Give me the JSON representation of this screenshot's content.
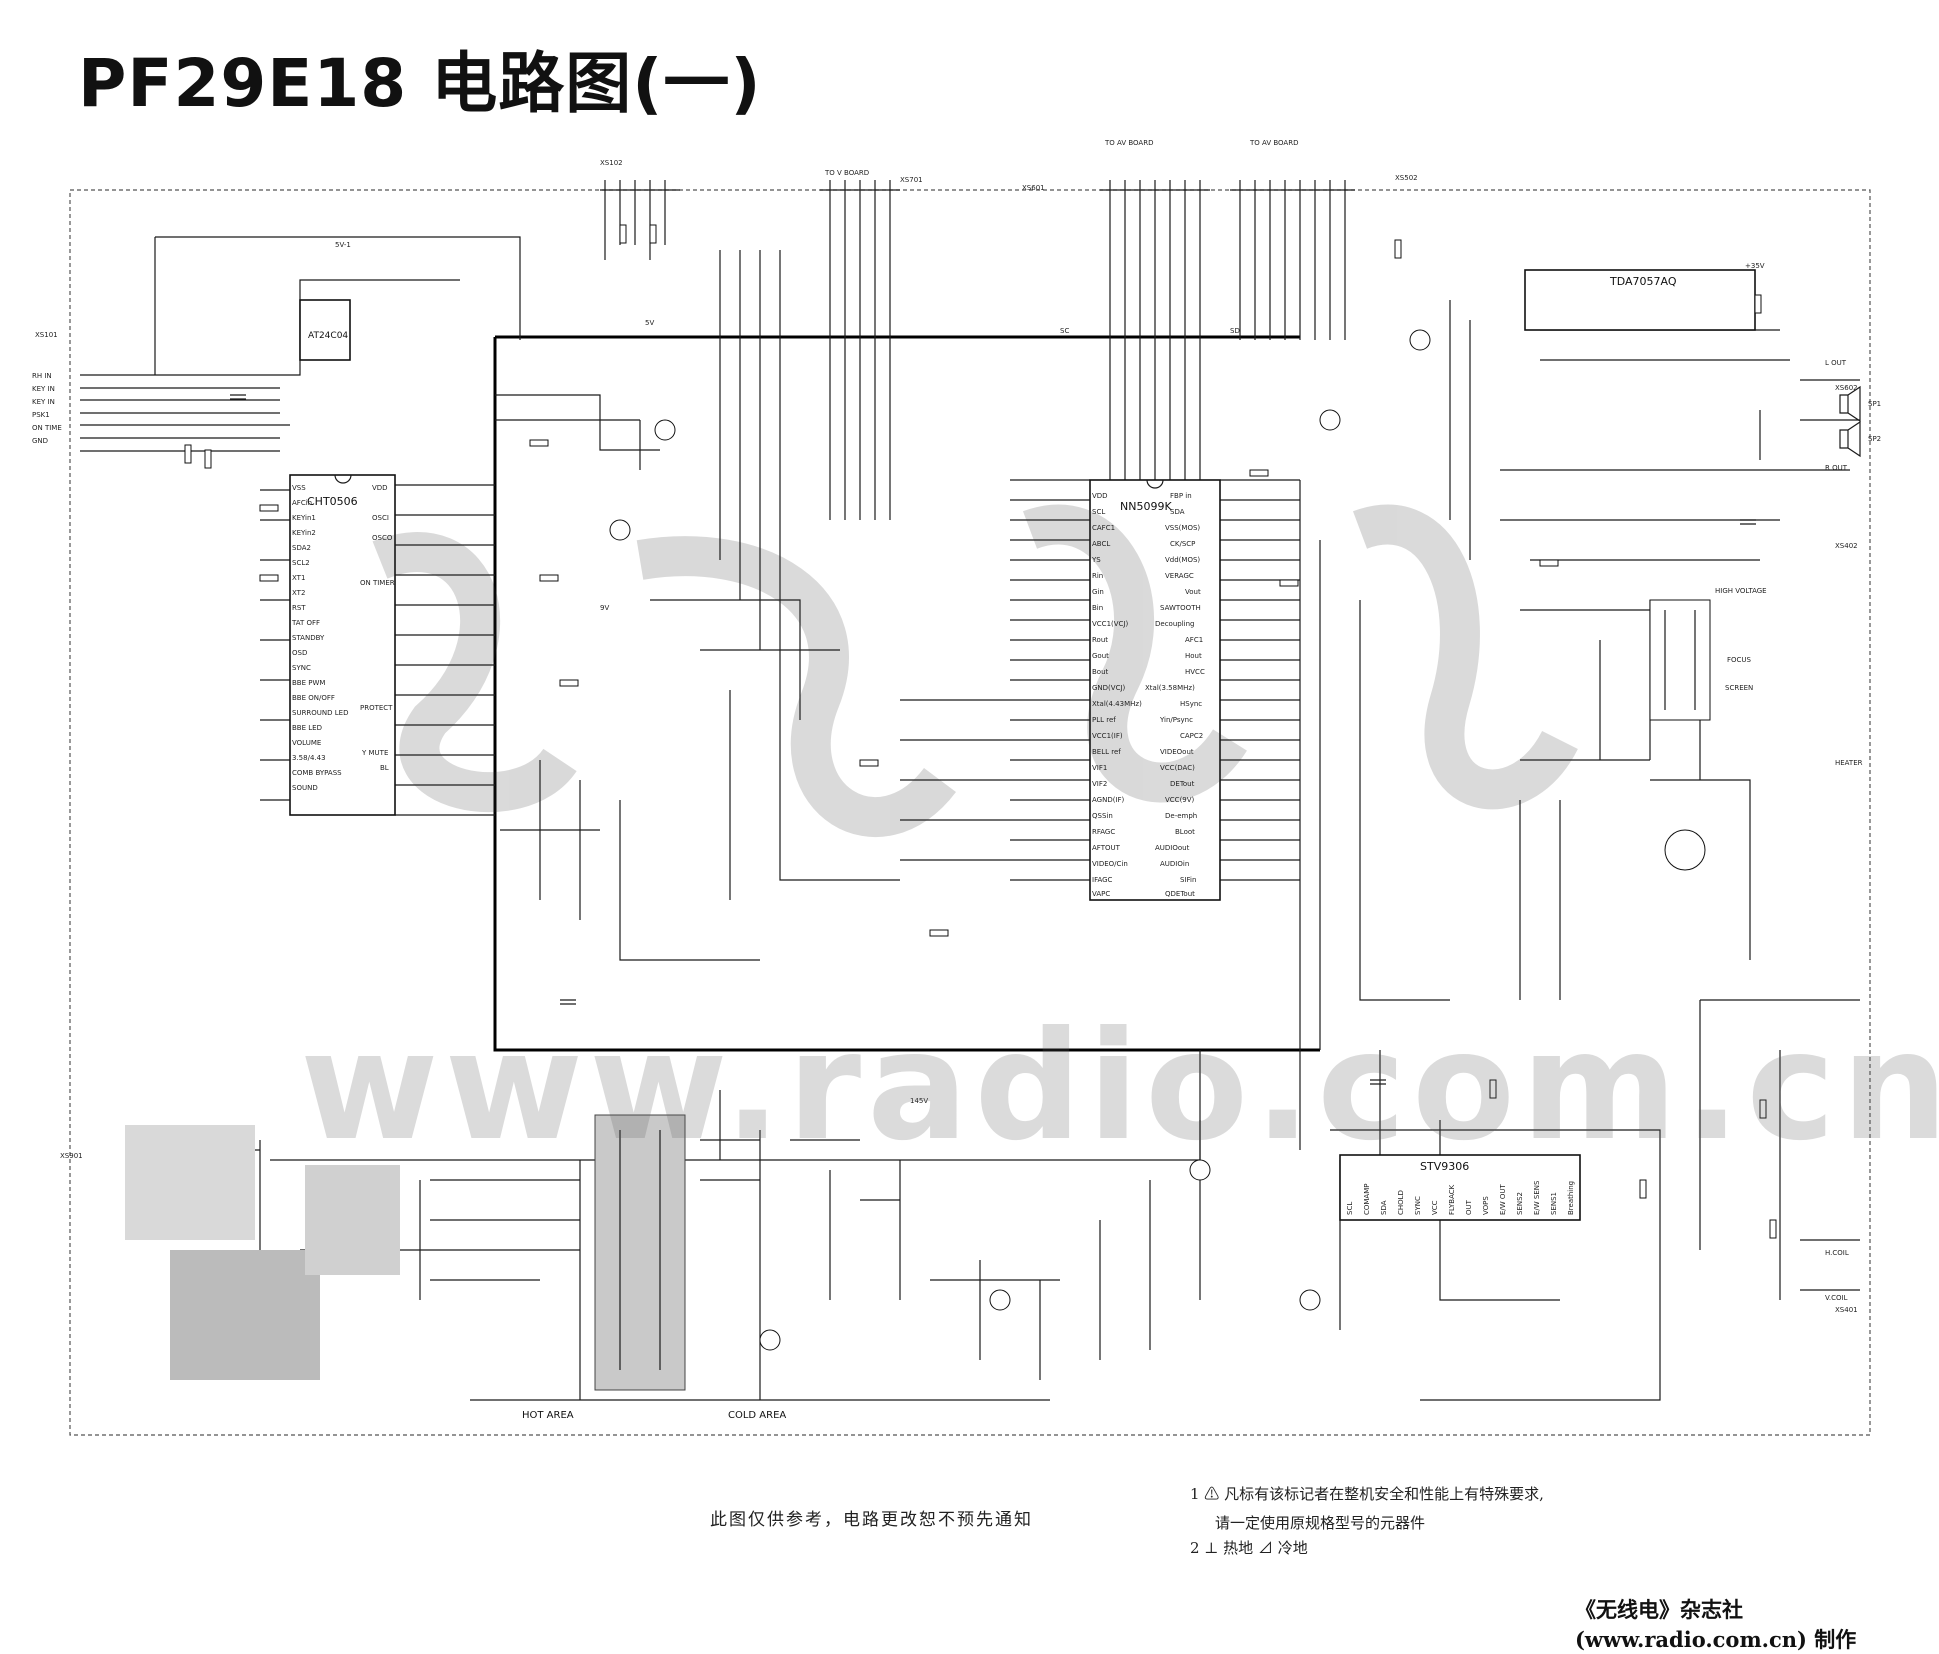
{
  "title": "PF29E18 电路图(一)",
  "ic_labels": {
    "n101": "CHT0506",
    "n102": "AT24C04",
    "n701": "NN5099K",
    "n601": "TDA7057AQ",
    "n301": "STV9306"
  },
  "section_labels": {
    "hot_area": "HOT AREA",
    "cold_area": "COLD AREA",
    "high_voltage": "HIGH VOLTAGE",
    "focus": "FOCUS",
    "screen": "SCREEN",
    "heater": "HEATER",
    "h_coil": "H.COIL",
    "v_coil": "V.COIL",
    "l_out": "L OUT",
    "r_out": "R OUT",
    "spk1": "SP1",
    "spk2": "SP2",
    "to_v_board": "TO V BOARD",
    "to_av_board_1": "TO AV BOARD",
    "to_av_board_2": "TO AV BOARD"
  },
  "connector_labels": [
    "XS102",
    "XS701",
    "XS101",
    "XS601",
    "XS602",
    "XS401",
    "XS402",
    "XS502",
    "XS901"
  ],
  "supply_labels": {
    "v5_1": "5V-1",
    "v9": "9V",
    "v145": "145V",
    "v5": "5V",
    "v35": "+35V",
    "sc": "SC",
    "sd": "SD"
  },
  "n701_pins_left": [
    "VDD",
    "SCL",
    "CAFC1",
    "ABCL",
    "YS",
    "Rin",
    "Gin",
    "Bin",
    "VCC1(VCJ)",
    "Rout",
    "Gout",
    "Bout",
    "GND(VCJ)",
    "Xtal(4.43MHz)",
    "PLL ref",
    "VCC1(IF)",
    "BELL ref",
    "VIF1",
    "VIF2",
    "AGND(IF)",
    "QSSin",
    "RFAGC",
    "AFTOUT",
    "VIDEO/Cin",
    "IFAGC",
    "VAPC"
  ],
  "n701_pins_right": [
    "FBP in",
    "SDA",
    "VSS(MOS)",
    "CK/SCP",
    "Vdd(MOS)",
    "VERAGC",
    "Vout",
    "SAWTOOTH",
    "Decoupling",
    "AFC1",
    "Hout",
    "HVCC",
    "Xtal(3.58MHz)",
    "HSync",
    "Yin/Psync",
    "CAPC2",
    "VIDEOout",
    "VCC(DAC)",
    "DETout",
    "VCC(9V)",
    "De-emph",
    "BLoot",
    "AUDIOout",
    "AUDIOin",
    "SIFin",
    "QDETout"
  ],
  "n101_pins": [
    "VSS",
    "AFCin",
    "KEYin1",
    "KEYin2",
    "SDA2",
    "SCL2",
    "XT1",
    "XT2",
    "RST",
    "TAT OFF",
    "STANDBY",
    "OSD",
    "SYNC",
    "BBE PWM",
    "BBE ON/OFF",
    "SURROUND LED",
    "BBE LED",
    "VOLUME",
    "3.58/4.43",
    "COMB BYPASS",
    "SOUND"
  ],
  "n101_pins_right": [
    "VDD",
    "OSCI",
    "OSCO",
    "ON TIMER",
    "PROTECT",
    "Y MUTE",
    "BL"
  ],
  "n301_pins": [
    "SCL",
    "COMAMP",
    "SDA",
    "CHOLD",
    "SYNC",
    "VCC",
    "FLYBACK",
    "OUT",
    "VOPS",
    "E/W OUT",
    "SENS2",
    "E/W SENS",
    "SENS1",
    "Breathing"
  ],
  "inputs_left": [
    "RH IN",
    "KEY IN",
    "KEY IN",
    "PSK1",
    "ON TIME",
    "GND"
  ],
  "notes": {
    "center": "此图仅供参考，电路更改恕不预先通知",
    "note1_line1": "1  ⚠ 凡标有该标记者在整机安全和性能上有特殊要求,",
    "note1_line2": "请一定使用原规格型号的元器件",
    "note2": "2  ⊥  热地    ⊿ 冷地"
  },
  "watermark_url": "www.radio.com.cn",
  "credit": "《无线电》杂志社 (www.radio.com.cn) 制作"
}
